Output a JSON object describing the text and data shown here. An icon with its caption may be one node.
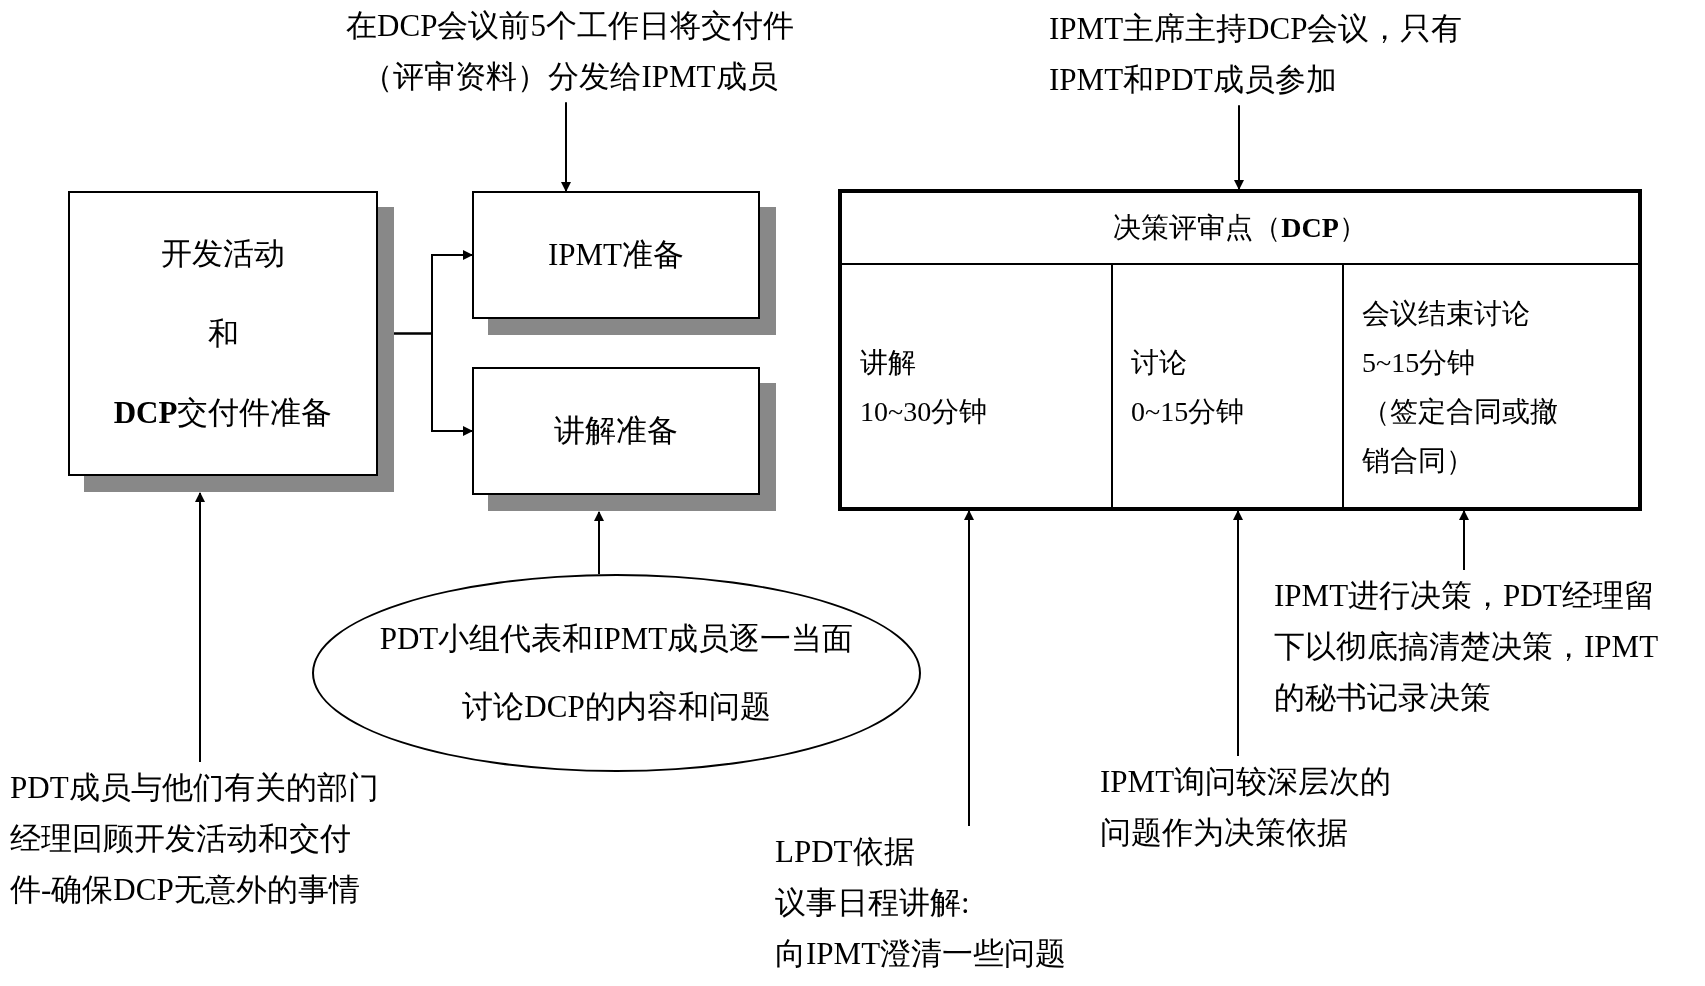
{
  "diagram": {
    "nodes": [
      {
        "text": [
          "开发活动",
          "和",
          "**DCP**交付件准备"
        ]
      },
      {
        "text": [
          "IPMT准备"
        ]
      },
      {
        "text": [
          "讲解准备"
        ]
      },
      {
        "text": [
          "PDT小组代表和IPMT成员逐一当面讨论DCP的内容和问题"
        ]
      },
      {
        "text": [
          "在DCP会议前5个工作日将交付件（评审资料）分发给IPMT成员"
        ]
      },
      {
        "text": [
          "PDT成员与他们有关的部门经理回顾开发活动和交付件-确保DCP无意外的事情"
        ]
      },
      {
        "text": [
          "决策评审点（**DCP**）"
        ]
      },
      {
        "text": [
          "讲解",
          "10~30分钟"
        ],
        "in": 6
      },
      {
        "text": [
          "讨论",
          "0~15分钟"
        ],
        "in": 6
      },
      {
        "text": [
          "会议结束讨论",
          "5~15分钟",
          "（签定合同或撤销合同）"
        ],
        "in": 6
      },
      {
        "text": [
          "IPMT主席主持DCP会议，只有IPMT和PDT成员参加"
        ]
      },
      {
        "text": [
          "LPDT依据",
          "议事日程讲解:",
          "向IPMT澄清一些问题"
        ]
      },
      {
        "text": [
          "IPMT询问较深层次的问题作为决策依据"
        ]
      },
      {
        "text": [
          "IPMT进行决策，PDT经理留下以彻底搞清楚决策，IPMT的秘书记录决策"
        ]
      }
    ],
    "edges": [
      {
        "from": 0,
        "to": 1,
        "arrow": "to"
      },
      {
        "from": 0,
        "to": 2,
        "arrow": "to"
      },
      {
        "from": 4,
        "to": 1,
        "arrow": "to"
      },
      {
        "from": 3,
        "to": 2,
        "arrow": "to"
      },
      {
        "from": 5,
        "to": 0,
        "arrow": "to"
      },
      {
        "from": 10,
        "to": 6,
        "arrow": "to"
      },
      {
        "from": 11,
        "to": 7,
        "arrow": "to"
      },
      {
        "from": 12,
        "to": 8,
        "arrow": "to"
      },
      {
        "from": 13,
        "to": 9,
        "arrow": "to"
      }
    ]
  }
}
